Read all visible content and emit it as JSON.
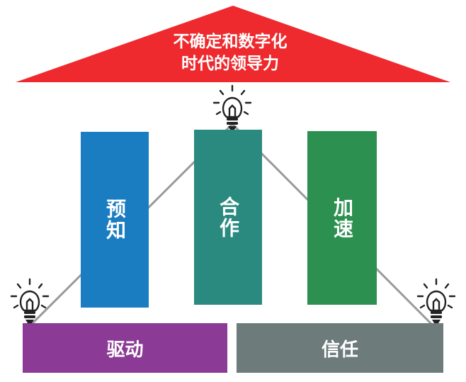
{
  "roof": {
    "title_line1": "不确定和数字化",
    "title_line2": "时代的领导力",
    "color": "#ee2a2e"
  },
  "pillars": [
    {
      "label": "预知",
      "color": "#1a7cc1"
    },
    {
      "label": "合作",
      "color": "#2a8a80"
    },
    {
      "label": "加速",
      "color": "#2c9050"
    }
  ],
  "bases": [
    {
      "label": "驱动",
      "color": "#8b3a96"
    },
    {
      "label": "信任",
      "color": "#6d7b7a"
    }
  ],
  "icons": [
    "lightbulb-icon",
    "lightbulb-icon",
    "lightbulb-icon"
  ],
  "line_color": "#9a9a9a"
}
